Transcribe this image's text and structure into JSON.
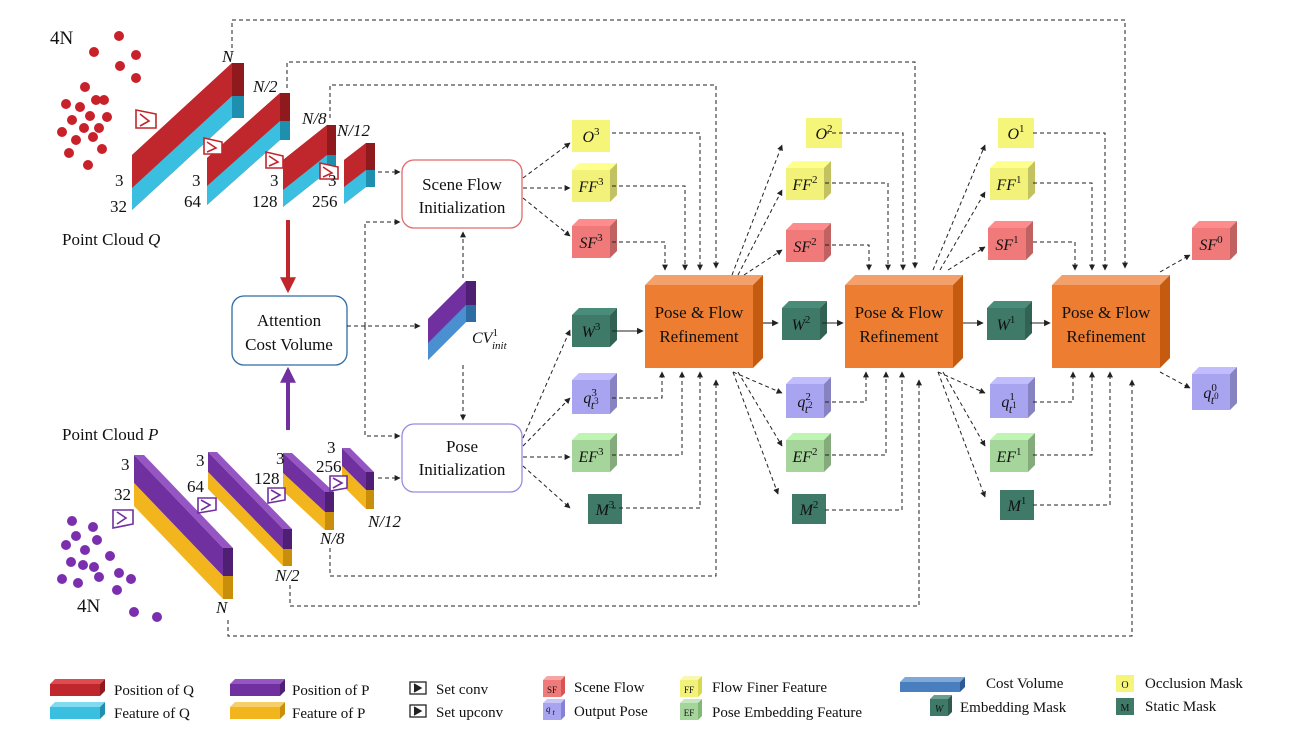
{
  "point_cloud_q": {
    "label": "Point Cloud",
    "var": "Q",
    "count_label": "4N",
    "levels": [
      {
        "n": "N",
        "pos_dim": "3",
        "feat_dim": "32"
      },
      {
        "n": "N/2",
        "pos_dim": "3",
        "feat_dim": "64"
      },
      {
        "n": "N/8",
        "pos_dim": "3",
        "feat_dim": "128"
      },
      {
        "n": "N/12",
        "pos_dim": "3",
        "feat_dim": "256"
      }
    ]
  },
  "point_cloud_p": {
    "label": "Point Cloud",
    "var": "P",
    "count_label": "4N",
    "levels": [
      {
        "n": "N",
        "pos_dim": "3",
        "feat_dim": "32"
      },
      {
        "n": "N/2",
        "pos_dim": "3",
        "feat_dim": "64"
      },
      {
        "n": "N/8",
        "pos_dim": "3",
        "feat_dim": "128"
      },
      {
        "n": "N/12",
        "pos_dim": "3",
        "feat_dim": "256"
      }
    ]
  },
  "modules": {
    "attention": [
      "Attention",
      "Cost Volume"
    ],
    "scene_flow_init": [
      "Scene Flow",
      "Initialization"
    ],
    "pose_init": [
      "Pose",
      "Initialization"
    ],
    "refine": [
      "Pose & Flow",
      "Refinement"
    ]
  },
  "cost_volume_label": {
    "base": "CV",
    "sup": "1",
    "sub": "init"
  },
  "blocks": {
    "O": [
      "O3",
      "O2",
      "O1"
    ],
    "FF": [
      "FF3",
      "FF2",
      "FF1"
    ],
    "SF": [
      "SF3",
      "SF2",
      "SF1",
      "SF0"
    ],
    "W": [
      "W3",
      "W2",
      "W1"
    ],
    "EF": [
      "EF3",
      "EF2",
      "EF1"
    ],
    "M": [
      "M3",
      "M2",
      "M1"
    ],
    "q": [
      "q t3 (3)",
      "q t2 (2)",
      "q t1 (1)",
      "q t0 (0)"
    ]
  },
  "legend": {
    "pos_q": "Position of Q",
    "feat_q": "Feature  of Q",
    "pos_p": "Position of P",
    "feat_p": "Feature  of P",
    "set_conv": "Set conv",
    "set_upconv": "Set upconv",
    "scene_flow": "Scene Flow",
    "output_pose": "Output Pose",
    "flow_finer": "Flow Finer Feature",
    "pose_embed": "Pose Embedding Feature",
    "cost_volume": "Cost Volume",
    "embed_mask": "Embedding Mask",
    "occlusion": "Occlusion Mask",
    "static": "Static Mask",
    "icon_sf": "SF",
    "icon_q": "q",
    "icon_q_sub": "t",
    "icon_ff": "FF",
    "icon_ef": "EF",
    "icon_w": "W",
    "icon_o": "O",
    "icon_m": "M"
  },
  "colors": {
    "q_pos": "#c0272d",
    "q_feat": "#3bbfe0",
    "p_pos": "#7030a0",
    "p_feat": "#f2b51d",
    "refine": "#ed7d31",
    "sf": "#f07a7a",
    "ff": "#f2f27a",
    "o": "#f5f57a",
    "w": "#3f7a69",
    "ef": "#a6d59b",
    "m": "#3f7a69",
    "q_pose": "#a9a4f0",
    "cv": "#4a7fbf"
  }
}
